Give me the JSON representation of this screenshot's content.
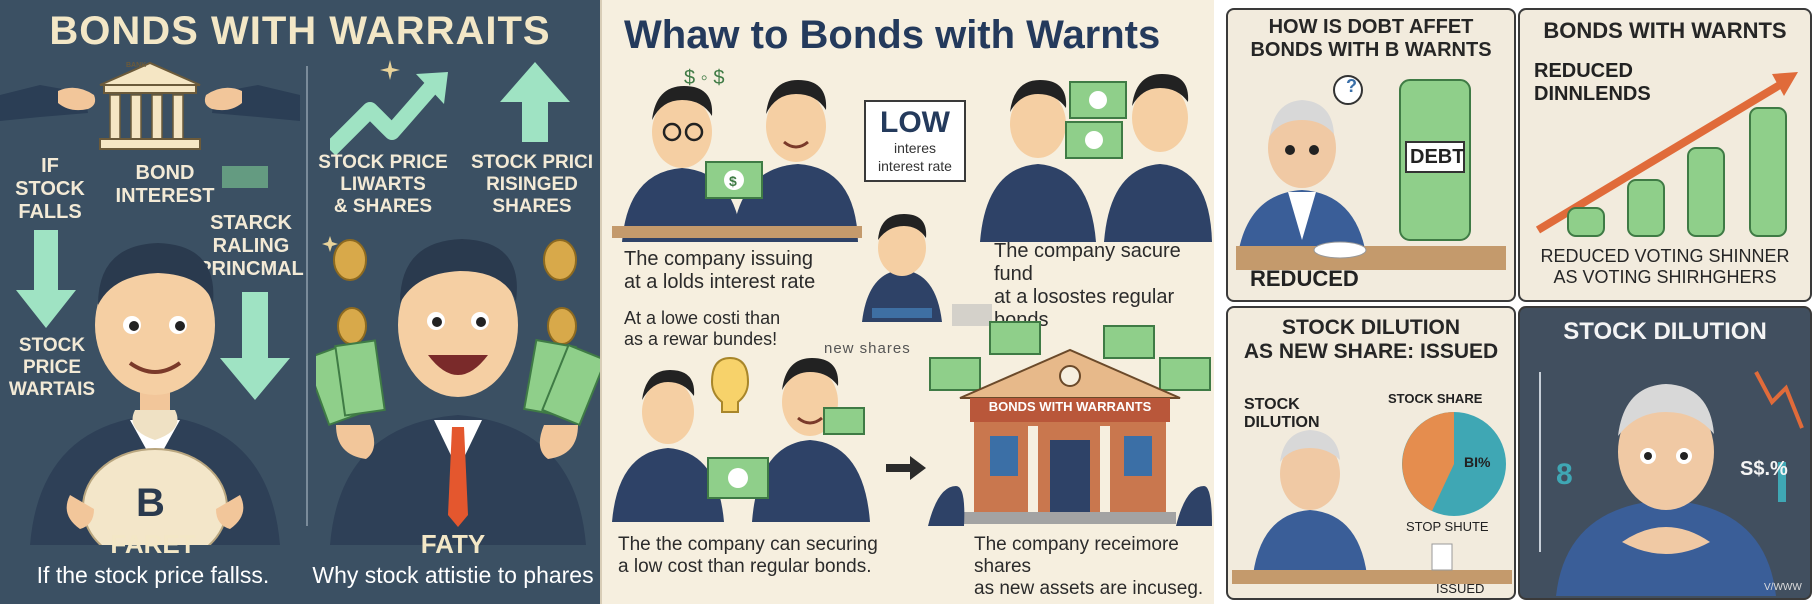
{
  "panel1": {
    "title": "BONDS WITH WARRAITS",
    "labels": {
      "if_stock_falls": "IF\nSTOCK\nFALLS",
      "bond_interest": "BOND\nINTEREST",
      "starck": "STARCK\nRALING\nPRINCMAL",
      "stock_price_warrants": "STOCK\nPRICE\nWARTAIS",
      "stock_price_liwarts": "STOCK PRICE\nLIWARTS\n& SHARES",
      "stock_pric_rising": "STOCK PRICI\nRISINGED\nSHARES",
      "bag_letter": "B",
      "bank_sign": "BANK"
    },
    "captions": {
      "faret": "FARET",
      "faret_sub": "If the stock price fallss.",
      "faty": "FATY",
      "faty_sub": "Why stock  attistie to phares"
    }
  },
  "panel2": {
    "title": "Whaw to Bonds with Warnts",
    "low_sign": {
      "line1": "LOW",
      "line2": "interes",
      "line3": "interest rate"
    },
    "text1": "The company issuing\nat a lolds  interest rate",
    "text2": "At a lowe costi than\nas a rewar bundes!",
    "text3": "The company sacure fund\nat a losostes regular bonds",
    "new_shares": "new  shares",
    "building_sign": "BONDS WITH WARRANTS",
    "text4": "The the company can securing\na low cost than regular bonds.",
    "text5": "The company receimore shares\nas new    assets are incuseg."
  },
  "panel3": {
    "q1": {
      "title": "HOW  IS DOBT  AFFET\nBONDS WITH B   WARNTS",
      "debt_label": "DEBT",
      "reduced": "REDUCED",
      "bubble": "?"
    },
    "q2": {
      "title": "BONDS WITH WARNTS",
      "reduced_div": "REDUCED\nDINNLENDS",
      "bottom": "REDUCED VOTING SHINNER\nAS VOTING SHIRHGHERS"
    },
    "q3": {
      "title": "STOCK DILUTION\nAS NEW SHARE: ISSUED",
      "stock_dilution": "STOCK\nDILUTION",
      "stock_share": "STOCK SHARE",
      "pie_label": "BI%",
      "stop_shute": "STOP SHUTE",
      "issued": "ISSUED"
    },
    "q4": {
      "title": "STOCK DILUTION",
      "num8": "8",
      "pct": "S$.%",
      "signature": "V/WWW"
    }
  },
  "colors": {
    "navy": "#3b5063",
    "cream": "#f6efdf",
    "mint": "#9fe3c3",
    "money": "#8fcf8a",
    "orange": "#e06b3a",
    "teal": "#3fa7b4"
  }
}
